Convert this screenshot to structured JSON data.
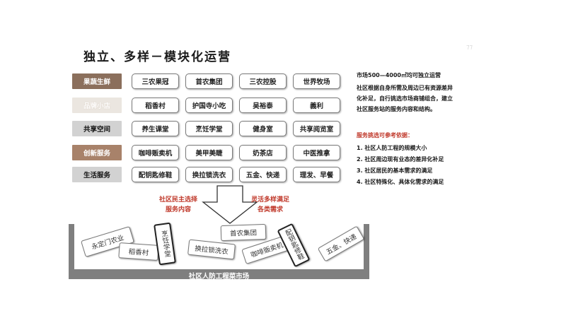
{
  "title": "独立、多样－模块化运营",
  "corner_mark": "⁊⁊",
  "categories": [
    {
      "label": "果蔬生鲜",
      "items": [
        "三农果冠",
        "首农集团",
        "三农控股",
        "世界牧场"
      ]
    },
    {
      "label": "品牌小店",
      "items": [
        "稻香村",
        "护国寺小吃",
        "吴裕泰",
        "義利"
      ]
    },
    {
      "label": "共享空间",
      "items": [
        "养生课堂",
        "烹饪学堂",
        "健身室",
        "共享阅览室"
      ]
    },
    {
      "label": "创新服务",
      "items": [
        "咖啡贩卖机",
        "美甲美睫",
        "奶茶店",
        "中医推拿"
      ]
    },
    {
      "label": "生活服务",
      "items": [
        "配钥匙修鞋",
        "换拉锁洗衣",
        "五金、快递",
        "理发、早餐"
      ]
    }
  ],
  "info": {
    "line1": "市场500—4000㎡均可独立运营",
    "para": [
      "社区根据自身所需及周边已有资源差异",
      "化补足，自行挑选市场商铺组合，建立",
      "社区服务站的服务内容和结构。"
    ],
    "criteria_title": "服务挑选可参考依据：",
    "criteria": [
      "1. 社区人防工程的规模大小",
      "2. 社区周边现有业态的差异化补足",
      "3. 社区居民的基本需求的满足",
      "4. 社区特殊化、具体化需求的满足"
    ]
  },
  "arrow_left": [
    "社区民主选择",
    "服务内容"
  ],
  "arrow_right": [
    "灵活多样满足",
    "各类需求"
  ],
  "basin_items": [
    "永定门农业",
    "稻香村",
    "烹饪学堂",
    "换拉锁洗衣",
    "首农集团",
    "咖啡贩卖机",
    "配钥匙修鞋",
    "五金、快递"
  ],
  "basin_label": "社区人防工程菜市场",
  "colors": {
    "accent_brown": "#8b6f5c",
    "light_brown": "#a8826a",
    "highlight_red": "#c0392b",
    "basin_gray": "#7f7f7f"
  }
}
